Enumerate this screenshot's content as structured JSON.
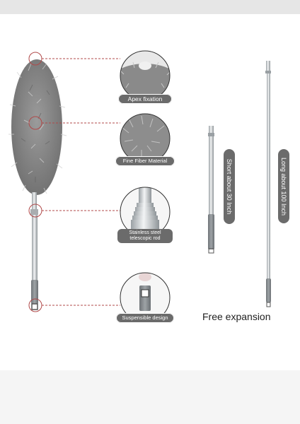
{
  "callouts": {
    "apex": "Apex fixation",
    "fiber": "Fine Fiber Material",
    "rod_line1": "Stainless steel",
    "rod_line2": "telescopic rod",
    "hang": "Suspensible design"
  },
  "lengths": {
    "short": "Short about 30 Inch",
    "long": "Long about 100 Inch"
  },
  "caption": "Free expansion",
  "colors": {
    "fiber": "#8c8c8c",
    "dashed_line": "#b04848",
    "label_bg": "#6b6b6b",
    "steel": "#cfd3d6"
  }
}
